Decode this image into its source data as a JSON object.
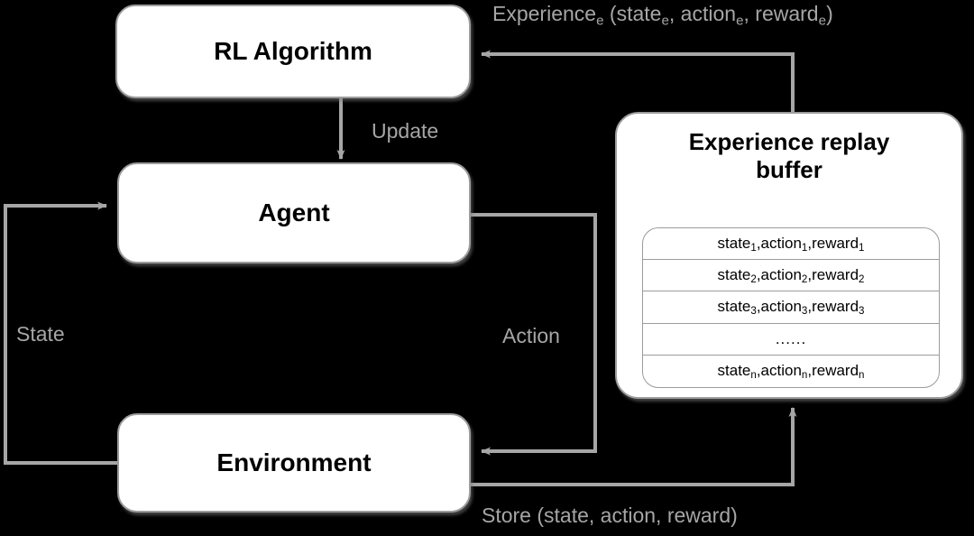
{
  "diagram": {
    "title": "Reinforcement learning with experience replay buffer",
    "background_color": "#000000",
    "node_fill": "#ffffff",
    "node_border": "#9c9c9c",
    "edge_color": "#a6a6a6",
    "label_color": "#a6a6a6",
    "text_color": "#000000"
  },
  "nodes": {
    "rl_algorithm": {
      "label": "RL Algorithm"
    },
    "agent": {
      "label": "Agent"
    },
    "environment": {
      "label": "Environment"
    },
    "buffer": {
      "title_line1": "Experience replay",
      "title_line2": "buffer",
      "rows": [
        {
          "state": "state",
          "state_sub": "1",
          "action": "action",
          "action_sub": "1",
          "reward": "reward",
          "reward_sub": "1"
        },
        {
          "state": "state",
          "state_sub": "2",
          "action": "action",
          "action_sub": "2",
          "reward": "reward",
          "reward_sub": "2"
        },
        {
          "state": "state",
          "state_sub": "3",
          "action": "action",
          "action_sub": "3",
          "reward": "reward",
          "reward_sub": "3"
        },
        {
          "ellipsis": "......"
        },
        {
          "state": "state",
          "state_sub": "n",
          "action": "action",
          "action_sub": "n",
          "reward": "reward",
          "reward_sub": "n"
        }
      ]
    }
  },
  "edges": {
    "experience": {
      "prefix": "Experience",
      "prefix_sub": "e",
      "open_paren": " (state",
      "state_sub": "e",
      "mid1": ", action",
      "action_sub": "e",
      "mid2": ", reward",
      "reward_sub": "e",
      "close_paren": ")",
      "from": "buffer",
      "to": "rl_algorithm"
    },
    "update": {
      "label": "Update",
      "from": "rl_algorithm",
      "to": "agent"
    },
    "state": {
      "label": "State",
      "from": "environment",
      "to": "agent"
    },
    "action": {
      "label": "Action",
      "from": "agent",
      "to": "environment"
    },
    "store": {
      "label": "Store (state, action, reward)",
      "from": "environment",
      "to": "buffer"
    }
  }
}
